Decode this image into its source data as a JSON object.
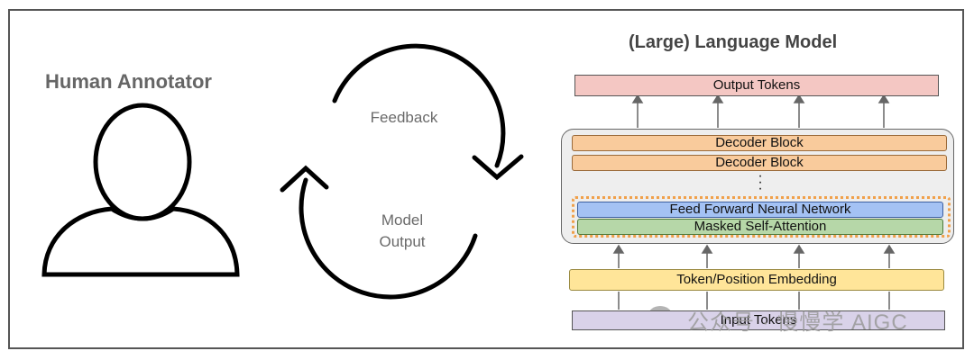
{
  "human": {
    "title": "Human Annotator"
  },
  "loop": {
    "feedback_label": "Feedback",
    "output_label_line1": "Model",
    "output_label_line2": "Output"
  },
  "llm": {
    "title": "(Large) Language Model",
    "output_tokens": "Output Tokens",
    "decoder_block_1": "Decoder Block",
    "decoder_block_2": "Decoder Block",
    "feed_forward": "Feed Forward Neural Network",
    "masked_attention": "Masked Self-Attention",
    "embedding": "Token/Position Embedding",
    "input_tokens": "Input Tokens"
  },
  "watermark": {
    "text": "公众号 · 慢慢学 AIGC"
  },
  "colors": {
    "output_tokens": "#f4c7c3",
    "decoder_block": "#f9cb9c",
    "feed_forward": "#a4c2f4",
    "masked_attention": "#b6d7a8",
    "embedding": "#ffe599",
    "input_tokens": "#d9d2e9",
    "dotted_outline": "#f0a04a"
  }
}
